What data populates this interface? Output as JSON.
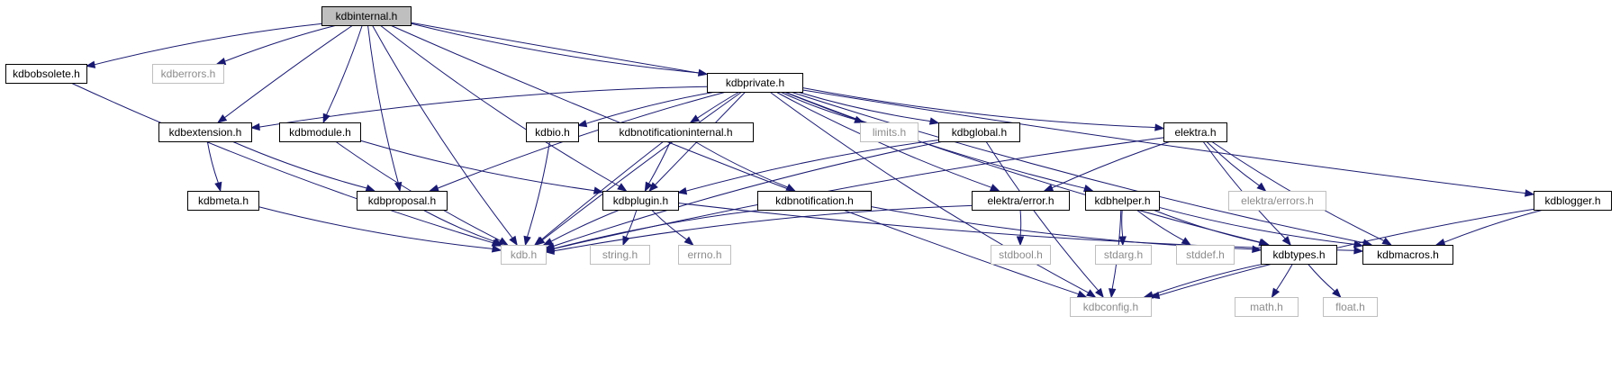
{
  "graph": {
    "nodes": [
      {
        "id": "kdbinternal",
        "label": "kdbinternal.h",
        "style": "root"
      },
      {
        "id": "kdbobsolete",
        "label": "kdbobsolete.h",
        "style": "normal"
      },
      {
        "id": "kdberrors",
        "label": "kdberrors.h",
        "style": "external"
      },
      {
        "id": "kdbprivate",
        "label": "kdbprivate.h",
        "style": "normal"
      },
      {
        "id": "kdbextension",
        "label": "kdbextension.h",
        "style": "normal"
      },
      {
        "id": "kdbmodule",
        "label": "kdbmodule.h",
        "style": "normal"
      },
      {
        "id": "kdbio",
        "label": "kdbio.h",
        "style": "normal"
      },
      {
        "id": "kdbnotificationinternal",
        "label": "kdbnotificationinternal.h",
        "style": "normal"
      },
      {
        "id": "limits",
        "label": "limits.h",
        "style": "external"
      },
      {
        "id": "kdbglobal",
        "label": "kdbglobal.h",
        "style": "normal"
      },
      {
        "id": "elektra",
        "label": "elektra.h",
        "style": "normal"
      },
      {
        "id": "kdbmeta",
        "label": "kdbmeta.h",
        "style": "normal"
      },
      {
        "id": "kdbproposal",
        "label": "kdbproposal.h",
        "style": "normal"
      },
      {
        "id": "kdbplugin",
        "label": "kdbplugin.h",
        "style": "normal"
      },
      {
        "id": "kdbnotification",
        "label": "kdbnotification.h",
        "style": "normal"
      },
      {
        "id": "elektra_error",
        "label": "elektra/error.h",
        "style": "normal"
      },
      {
        "id": "kdbhelper",
        "label": "kdbhelper.h",
        "style": "normal"
      },
      {
        "id": "elektra_errors",
        "label": "elektra/errors.h",
        "style": "external"
      },
      {
        "id": "kdblogger",
        "label": "kdblogger.h",
        "style": "normal"
      },
      {
        "id": "kdb",
        "label": "kdb.h",
        "style": "external"
      },
      {
        "id": "string",
        "label": "string.h",
        "style": "external"
      },
      {
        "id": "errno",
        "label": "errno.h",
        "style": "external"
      },
      {
        "id": "stdbool",
        "label": "stdbool.h",
        "style": "external"
      },
      {
        "id": "stdarg",
        "label": "stdarg.h",
        "style": "external"
      },
      {
        "id": "stddef",
        "label": "stddef.h",
        "style": "external"
      },
      {
        "id": "kdbtypes",
        "label": "kdbtypes.h",
        "style": "normal"
      },
      {
        "id": "kdbmacros",
        "label": "kdbmacros.h",
        "style": "normal"
      },
      {
        "id": "kdbconfig",
        "label": "kdbconfig.h",
        "style": "external"
      },
      {
        "id": "math",
        "label": "math.h",
        "style": "external"
      },
      {
        "id": "float",
        "label": "float.h",
        "style": "external"
      }
    ],
    "edges": [
      [
        "kdbinternal",
        "kdbobsolete"
      ],
      [
        "kdbinternal",
        "kdberrors"
      ],
      [
        "kdbinternal",
        "kdbprivate"
      ],
      [
        "kdbinternal",
        "kdbextension"
      ],
      [
        "kdbinternal",
        "kdbmodule"
      ],
      [
        "kdbinternal",
        "kdbproposal"
      ],
      [
        "kdbinternal",
        "kdbplugin"
      ],
      [
        "kdbinternal",
        "kdb"
      ],
      [
        "kdbinternal",
        "kdbconfig"
      ],
      [
        "kdbinternal",
        "kdblogger"
      ],
      [
        "kdbobsolete",
        "kdb"
      ],
      [
        "kdbprivate",
        "kdbextension"
      ],
      [
        "kdbprivate",
        "kdbio"
      ],
      [
        "kdbprivate",
        "kdbnotificationinternal"
      ],
      [
        "kdbprivate",
        "limits"
      ],
      [
        "kdbprivate",
        "kdbglobal"
      ],
      [
        "kdbprivate",
        "elektra"
      ],
      [
        "kdbprivate",
        "kdbproposal"
      ],
      [
        "kdbprivate",
        "kdbplugin"
      ],
      [
        "kdbprivate",
        "elektra_error"
      ],
      [
        "kdbprivate",
        "kdbhelper"
      ],
      [
        "kdbprivate",
        "kdbtypes"
      ],
      [
        "kdbprivate",
        "kdbmacros"
      ],
      [
        "kdbprivate",
        "kdb"
      ],
      [
        "kdbprivate",
        "kdbconfig"
      ],
      [
        "kdbextension",
        "kdbmeta"
      ],
      [
        "kdbextension",
        "kdbproposal"
      ],
      [
        "kdbmodule",
        "kdbplugin"
      ],
      [
        "kdbmodule",
        "kdb"
      ],
      [
        "kdbio",
        "kdb"
      ],
      [
        "kdbnotificationinternal",
        "kdbplugin"
      ],
      [
        "kdbnotificationinternal",
        "kdbnotification"
      ],
      [
        "kdbnotificationinternal",
        "kdb"
      ],
      [
        "kdbglobal",
        "kdbplugin"
      ],
      [
        "kdbglobal",
        "kdb"
      ],
      [
        "kdbglobal",
        "kdbconfig"
      ],
      [
        "elektra",
        "elektra_error"
      ],
      [
        "elektra",
        "elektra_errors"
      ],
      [
        "elektra",
        "kdbtypes"
      ],
      [
        "elektra",
        "kdbmacros"
      ],
      [
        "elektra",
        "kdb"
      ],
      [
        "kdbmeta",
        "kdb"
      ],
      [
        "kdbproposal",
        "kdb"
      ],
      [
        "kdbplugin",
        "kdb"
      ],
      [
        "kdbplugin",
        "string"
      ],
      [
        "kdbplugin",
        "errno"
      ],
      [
        "kdbplugin",
        "kdbmacros"
      ],
      [
        "kdbnotification",
        "kdb"
      ],
      [
        "kdbnotification",
        "kdbtypes"
      ],
      [
        "elektra_error",
        "kdb"
      ],
      [
        "elektra_error",
        "stdbool"
      ],
      [
        "kdbhelper",
        "stdarg"
      ],
      [
        "kdbhelper",
        "stddef"
      ],
      [
        "kdbhelper",
        "kdbtypes"
      ],
      [
        "kdbhelper",
        "kdbmacros"
      ],
      [
        "kdbhelper",
        "kdbconfig"
      ],
      [
        "kdblogger",
        "kdbmacros"
      ],
      [
        "kdblogger",
        "kdbconfig"
      ],
      [
        "kdbtypes",
        "kdbconfig"
      ],
      [
        "kdbtypes",
        "math"
      ],
      [
        "kdbtypes",
        "float"
      ]
    ]
  },
  "colors": {
    "edge": "#191970",
    "node_border": "#000000",
    "external_border": "#bfbfbf",
    "external_text": "#8c8c8c",
    "root_fill": "#bfbfbf",
    "node_fill": "#ffffff",
    "text": "#000000"
  }
}
